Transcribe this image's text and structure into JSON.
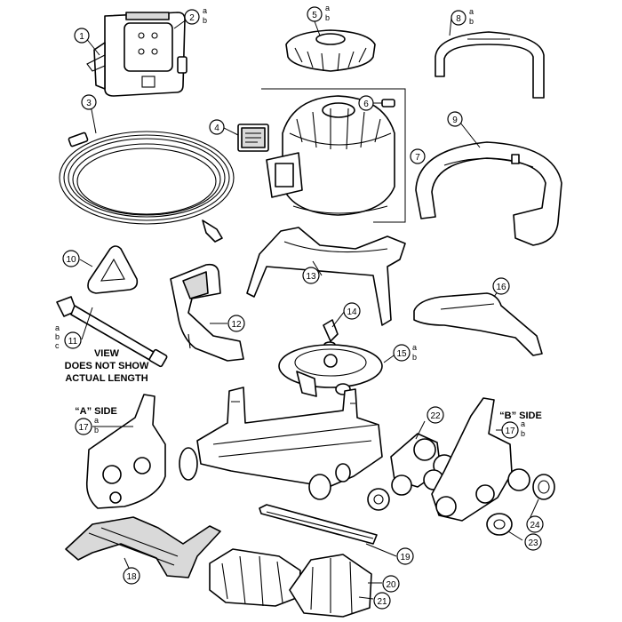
{
  "callouts": {
    "c1": {
      "num": "1",
      "sub": ""
    },
    "c2": {
      "num": "2",
      "sub": "a b"
    },
    "c3": {
      "num": "3",
      "sub": ""
    },
    "c4": {
      "num": "4",
      "sub": ""
    },
    "c5": {
      "num": "5",
      "sub": "a b"
    },
    "c6": {
      "num": "6",
      "sub": ""
    },
    "c7": {
      "num": "7",
      "sub": ""
    },
    "c8": {
      "num": "8",
      "sub": "a b"
    },
    "c9": {
      "num": "9",
      "sub": ""
    },
    "c10": {
      "num": "10",
      "sub": ""
    },
    "c11": {
      "num": "11",
      "sub": "a b c"
    },
    "c12": {
      "num": "12",
      "sub": ""
    },
    "c13": {
      "num": "13",
      "sub": ""
    },
    "c14": {
      "num": "14",
      "sub": ""
    },
    "c15": {
      "num": "15",
      "sub": "a b"
    },
    "c16": {
      "num": "16",
      "sub": ""
    },
    "c17a": {
      "num": "17",
      "sub": "a b"
    },
    "c17b": {
      "num": "17",
      "sub": "a b"
    },
    "c18": {
      "num": "18",
      "sub": ""
    },
    "c19": {
      "num": "19",
      "sub": ""
    },
    "c20": {
      "num": "20",
      "sub": ""
    },
    "c21": {
      "num": "21",
      "sub": ""
    },
    "c22": {
      "num": "22",
      "sub": ""
    },
    "c23": {
      "num": "23",
      "sub": ""
    },
    "c24": {
      "num": "24",
      "sub": ""
    }
  },
  "notes": {
    "view_line1": "VIEW",
    "view_line2": "DOES NOT SHOW",
    "view_line3": "ACTUAL LENGTH",
    "side_a": "“A” SIDE",
    "side_b": "“B” SIDE"
  }
}
